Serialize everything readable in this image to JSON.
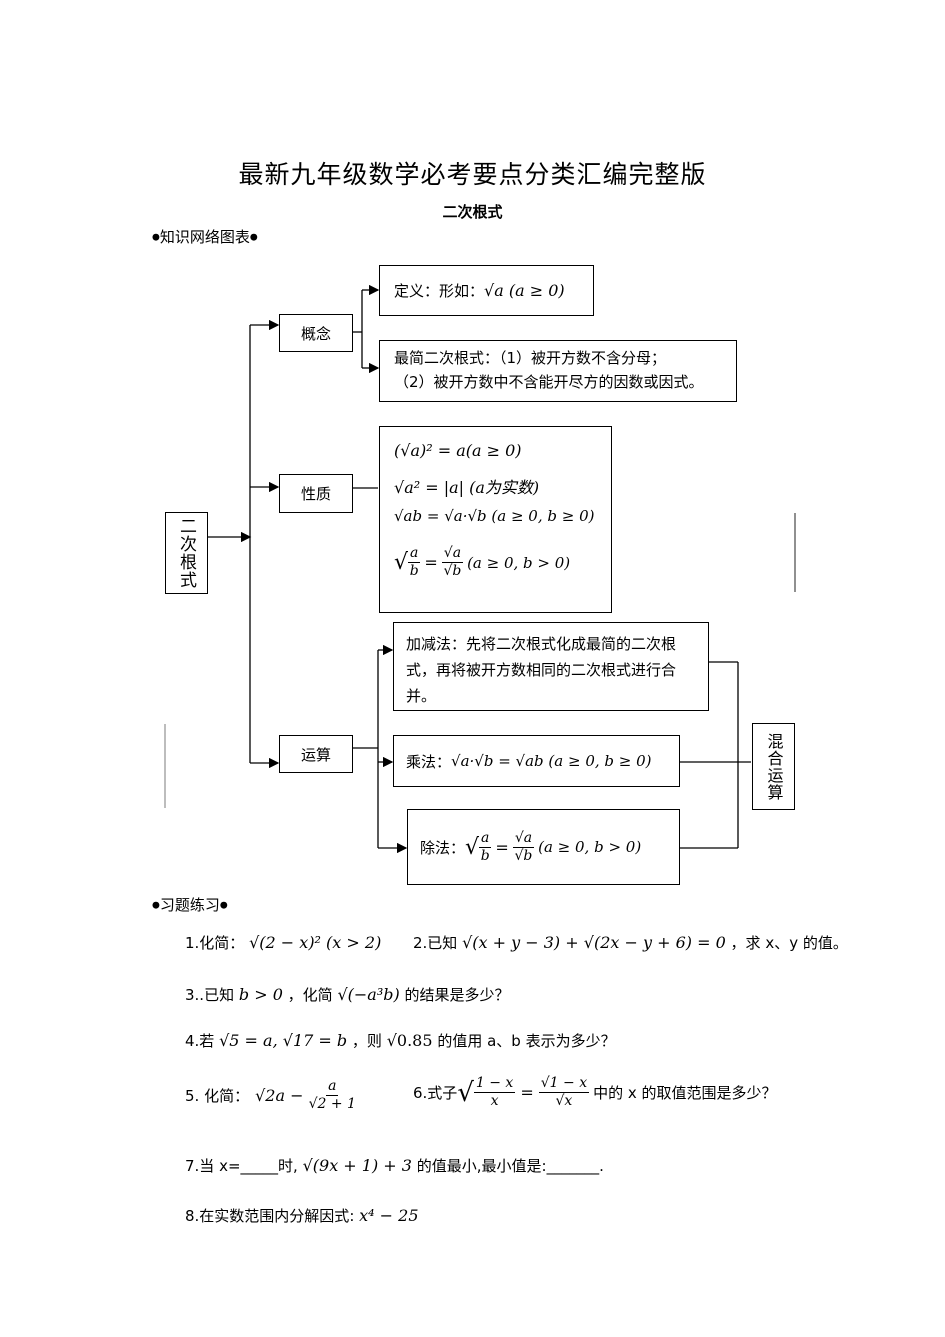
{
  "title": "最新九年级数学必考要点分类汇编完整版",
  "subtitle": "二次根式",
  "sections": {
    "knowledge": "知识网络图表",
    "exercises": "习题练习"
  },
  "bullet": "●",
  "diagram": {
    "root": "二次根式",
    "concept": "概念",
    "property": "性质",
    "operation": "运算",
    "mixed": "混合运算",
    "definition_label": "定义：形如：",
    "definition_formula": "√a (a ≥ 0)",
    "simplest_line1": "最简二次根式：（1）被开方数不含分母；",
    "simplest_line2": "（2）被开方数中不含能开尽方的因数或因式。",
    "prop1": "(√a)² = a(a ≥ 0)",
    "prop2": "√a² = |a| (a为实数)",
    "prop3": "√ab = √a·√b (a ≥ 0, b ≥ 0)",
    "prop4_cond": "(a ≥ 0, b > 0)",
    "add_sub": "加减法：先将二次根式化成最简的二次根式，再将被开方数相同的二次根式进行合并。",
    "mul_label": "乘法：",
    "mul_formula": "√a·√b = √ab (a ≥ 0, b ≥ 0)",
    "div_label": "除法：",
    "div_cond": "(a ≥ 0, b > 0)"
  },
  "exercises": {
    "q1_label": "1.化简：",
    "q1_formula": "√(2 − x)² (x > 2)",
    "q2_label": "2.已知",
    "q2_formula": "√(x + y − 3) + √(2x − y + 6) = 0",
    "q2_tail": "，求 x、y 的值。",
    "q3_label": "3..已知",
    "q3_cond": "b > 0",
    "q3_mid": "，化简",
    "q3_formula": "√(−a³b)",
    "q3_tail": "的结果是多少？",
    "q4_label": "4.若",
    "q4_formula": "√5 = a, √17 = b",
    "q4_mid": "，则",
    "q4_formula2": "√0.85",
    "q4_tail": "的值用 a、b 表示为多少？",
    "q5_label": "5.  化简：",
    "q6_label": "6.式子",
    "q6_tail": "中的 x 的取值范围是多少？",
    "q7_text1": "7.当 x=_____时,",
    "q7_formula": "√(9x + 1) + 3",
    "q7_text2": "的值最小,最小值是:_______.",
    "q8_label": "8.在实数范围内分解因式:",
    "q8_formula": "x⁴ − 25"
  }
}
